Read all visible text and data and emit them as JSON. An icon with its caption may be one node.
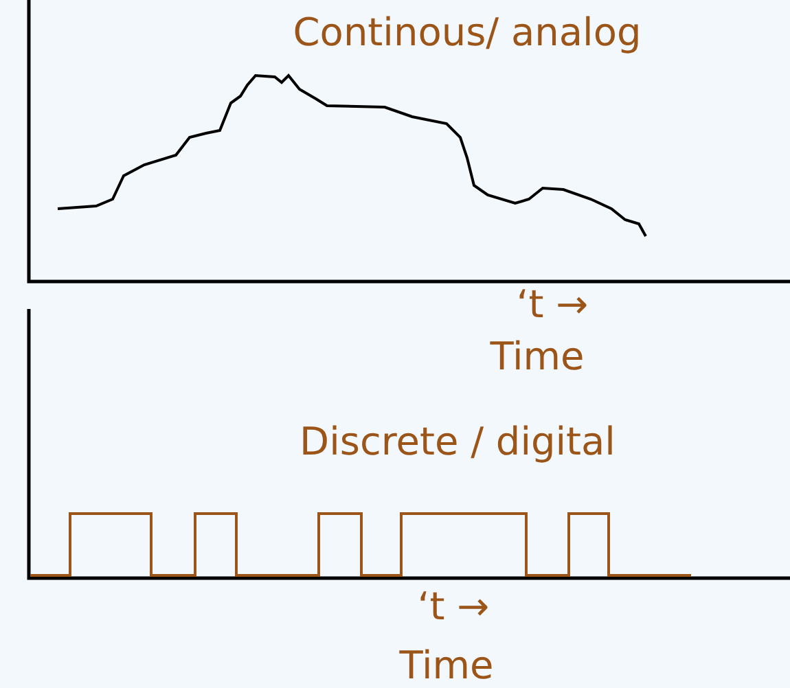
{
  "diagram": {
    "labels": [
      "Continous/ analog",
      "‘t →",
      "Time",
      "Discrete / digital",
      "‘t →",
      "Time"
    ]
  }
}
